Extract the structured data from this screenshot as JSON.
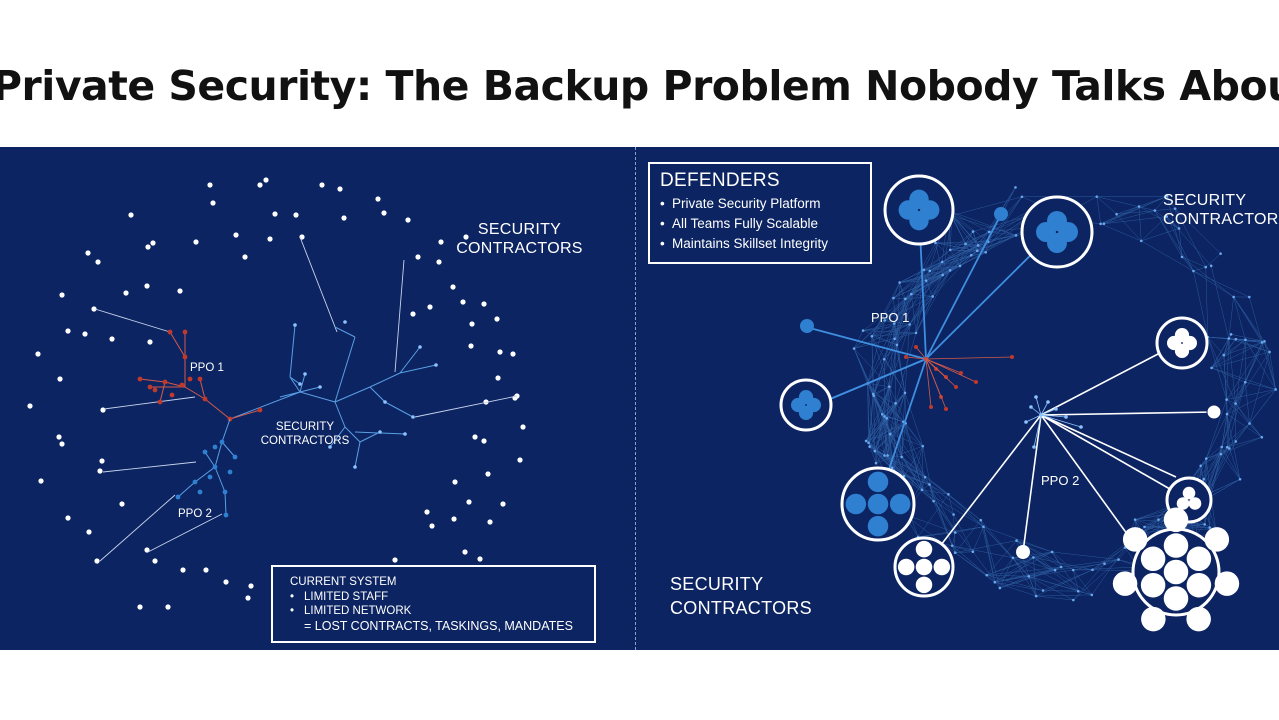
{
  "title": "Private Security: The Backup Problem Nobody Talks About",
  "colors": {
    "background": "#0c2461",
    "red_node": "#c0392b",
    "blue_node": "#2f80d1",
    "white": "#ffffff",
    "mesh": "#4a8fd8"
  },
  "left_panel": {
    "contractors_label": "SECURITY\nCONTRACTORS",
    "center_label": "SECURITY\nCONTRACTORS",
    "ppo1_label": "PPO 1",
    "ppo2_label": "PPO 2",
    "current_system": {
      "heading": "CURRENT SYSTEM",
      "items": [
        "LIMITED STAFF",
        "LIMITED NETWORK"
      ],
      "result": "= LOST CONTRACTS, TASKINGS, MANDATES"
    }
  },
  "right_panel": {
    "defenders": {
      "heading": "DEFENDERS",
      "items": [
        "Private Security Platform",
        "All Teams Fully Scalable",
        "Maintains Skillset Integrity"
      ]
    },
    "contractors_top_label": "SECURITY\nCONTRACTORS",
    "contractors_bottom_label": "SECURITY\nCONTRACTORS",
    "ppo1_label": "PPO 1",
    "ppo2_label": "PPO 2"
  }
}
